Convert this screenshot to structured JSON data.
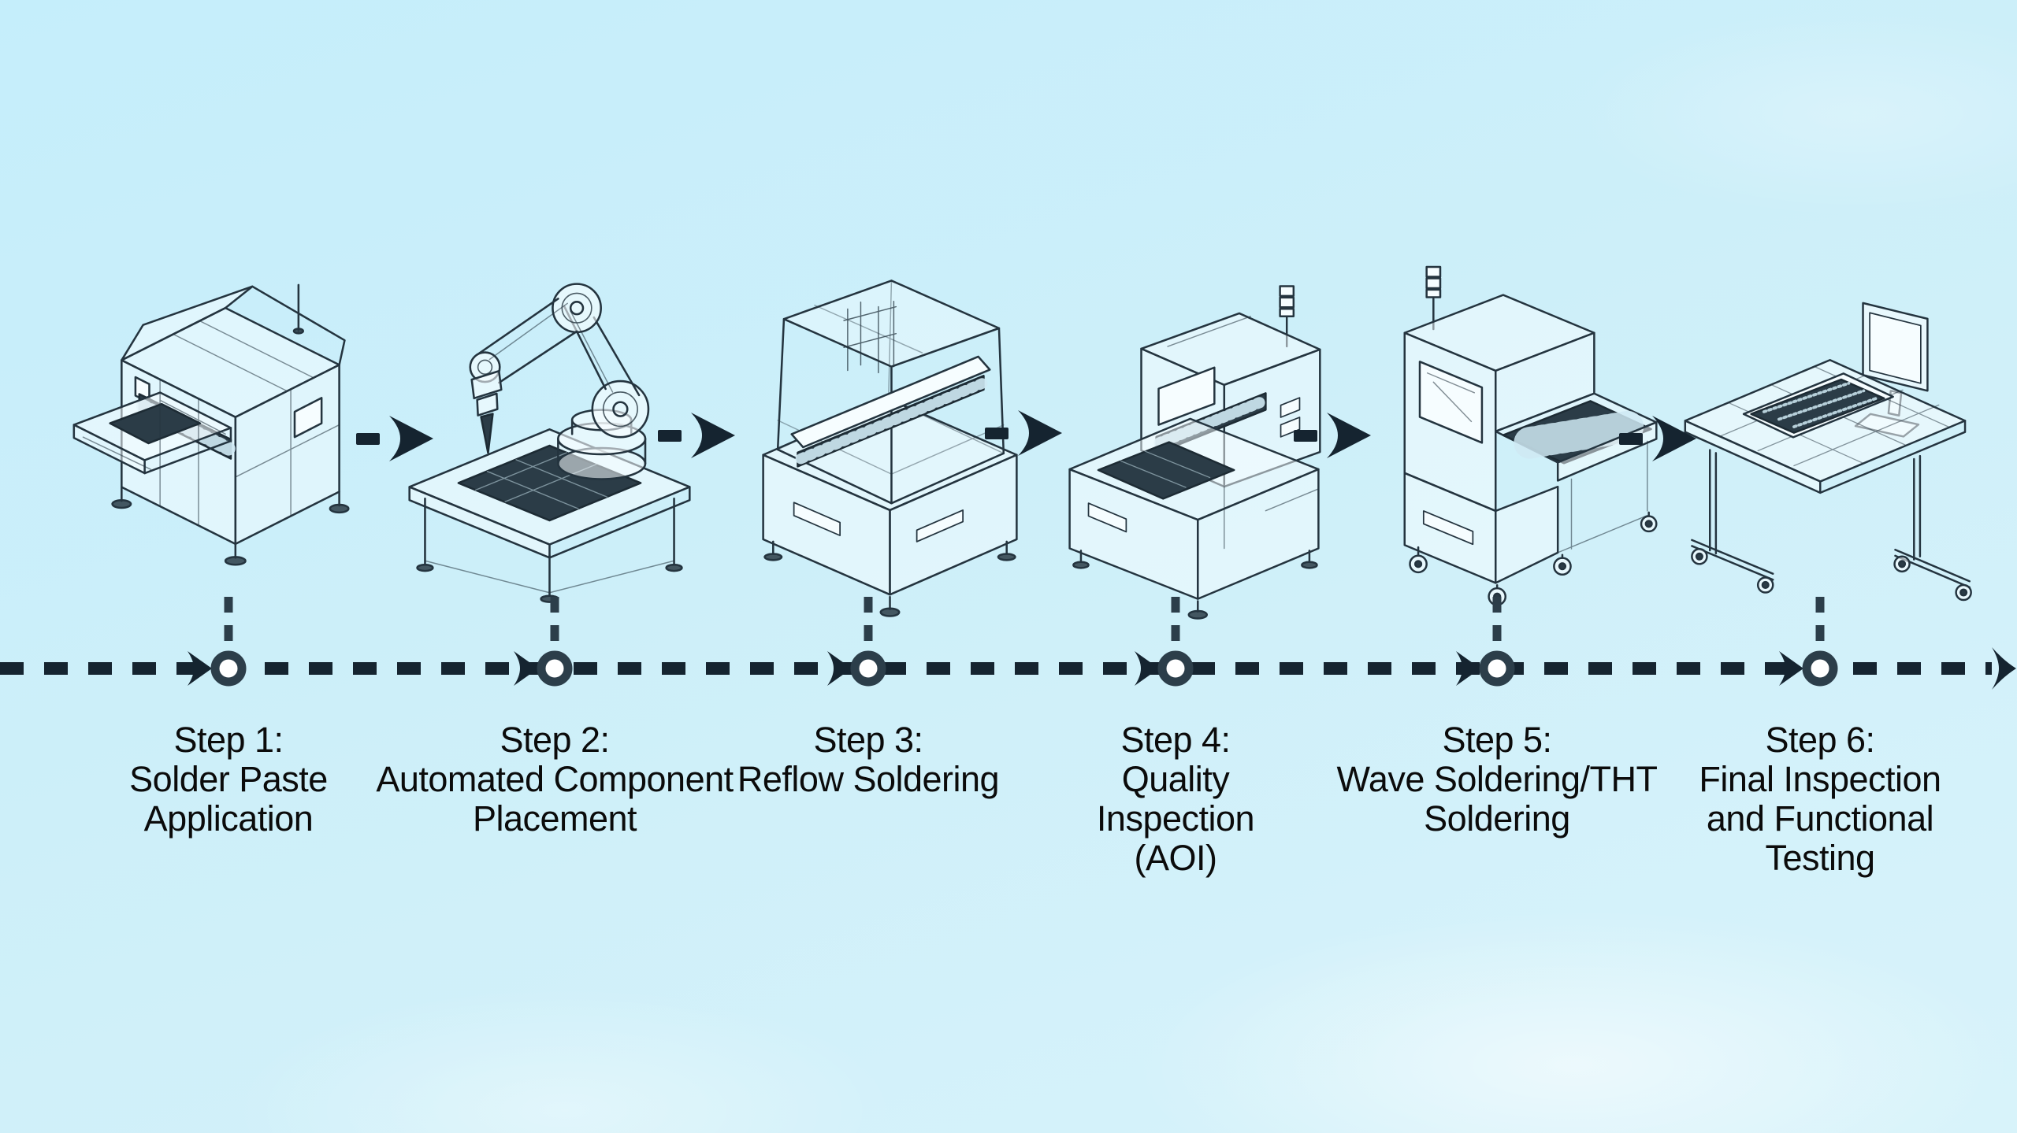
{
  "diagram": {
    "colors": {
      "background_top": "#c5eefb",
      "background_bottom": "#d8f3fa",
      "line_art_ink": "#24343f",
      "dark_fill": "#2b3c47",
      "timeline": "#152430",
      "node_ring": "#2c3e4a",
      "node_fill": "#ffffff",
      "text": "#0b0b0b"
    },
    "timeline": {
      "style": "dashed",
      "direction": "left-to-right",
      "node_count": 6,
      "end_arrow": "right-chevron"
    }
  },
  "steps": [
    {
      "step": "Step 1:",
      "lines": [
        "Solder Paste",
        "Application"
      ],
      "machine": "solder-paste-printer"
    },
    {
      "step": "Step 2:",
      "lines": [
        "Automated Component",
        "Placement"
      ],
      "machine": "robotic-pick-and-place-arm"
    },
    {
      "step": "Step 3:",
      "lines": [
        "Reflow Soldering"
      ],
      "machine": "reflow-oven"
    },
    {
      "step": "Step 4:",
      "lines": [
        "Quality",
        "Inspection",
        "(AOI)"
      ],
      "machine": "aoi-inspection-machine"
    },
    {
      "step": "Step 5:",
      "lines": [
        "Wave Soldering/THT",
        "Soldering"
      ],
      "machine": "wave-soldering-machine"
    },
    {
      "step": "Step 6:",
      "lines": [
        "Final Inspection",
        "and Functional",
        "Testing"
      ],
      "machine": "test-workstation-desk"
    }
  ]
}
